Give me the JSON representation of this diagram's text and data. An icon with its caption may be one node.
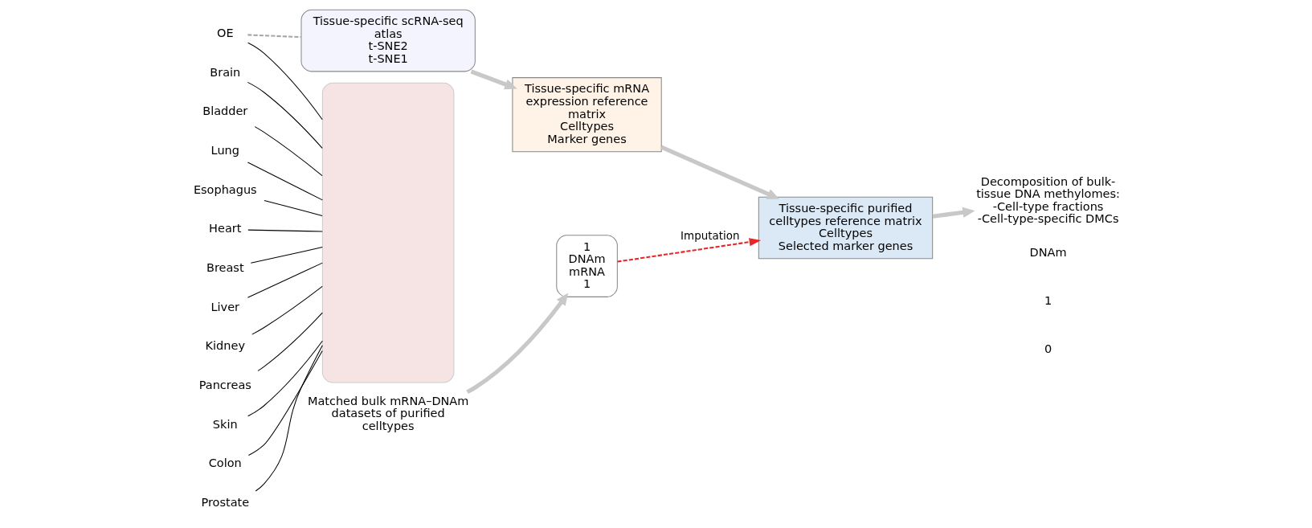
{
  "diagram": {
    "nodes": [
      {
        "text": [],
        "shape": "box"
      },
      {
        "text": [
          "Brain"
        ]
      },
      {
        "text": [
          "OE"
        ]
      },
      {
        "text": [
          "Lung"
        ]
      },
      {
        "text": [
          "Esophagus"
        ]
      },
      {
        "text": [
          "Heart"
        ]
      },
      {
        "text": [
          "Breast"
        ]
      },
      {
        "text": [
          "Liver"
        ]
      },
      {
        "text": [
          "Kidney"
        ]
      },
      {
        "text": [
          "Pancreas"
        ]
      },
      {
        "text": [
          "Skin"
        ]
      },
      {
        "text": [
          "Colon"
        ]
      },
      {
        "text": [
          "Prostate"
        ]
      },
      {
        "text": [
          "Bladder"
        ]
      },
      {
        "text": [
          "Tissue-specific scRNA-seq atlas",
          "t-SNE2",
          "t-SNE1"
        ]
      },
      {
        "text": [
          "Tissue-specific mRNA expression reference matrix",
          "Celltypes",
          "Marker genes"
        ]
      },
      {
        "text": [
          "Tissue-specific purified celltypes reference matrix",
          "Celltypes",
          "Selected marker genes"
        ]
      },
      {
        "text": [
          "Matched bulk mRNA–DNAm datasets of purified celltypes"
        ]
      },
      {
        "text": [
          "1",
          "DNAm",
          "mRNA",
          "1"
        ]
      },
      {
        "text": [
          "Decomposition of bulk-tissue DNA methylomes: -Cell-type fractions -Cell-type-specific DMCs"
        ]
      }
    ],
    "edges": [
      {
        "from": 1,
        "to": 0,
        "arrow": "none"
      },
      {
        "from": 2,
        "to": 0,
        "arrow": "none"
      },
      {
        "from": 3,
        "to": 0,
        "arrow": "none"
      },
      {
        "from": 4,
        "to": 0,
        "arrow": "none"
      },
      {
        "from": 5,
        "to": 0,
        "arrow": "none"
      },
      {
        "from": 6,
        "to": 0,
        "arrow": "none"
      },
      {
        "from": 7,
        "to": 0,
        "arrow": "none"
      },
      {
        "from": 8,
        "to": 0,
        "arrow": "none"
      },
      {
        "from": 9,
        "to": 0,
        "arrow": "none"
      },
      {
        "from": 10,
        "to": 0,
        "arrow": "none"
      },
      {
        "from": 11,
        "to": 0,
        "arrow": "none"
      },
      {
        "from": 12,
        "to": 0,
        "arrow": "none"
      },
      {
        "from": 13,
        "to": 0,
        "arrow": "none"
      },
      {
        "from": 2,
        "to": 14,
        "arrow": "none",
        "style": "dashed",
        "color": "#a6a6a6"
      },
      {
        "from": 14,
        "to": 15,
        "arrow": "to",
        "style": "thick",
        "color": "#c8c8c8"
      },
      {
        "from": 15,
        "to": 16,
        "arrow": "to",
        "style": "thick",
        "color": "#c8c8c8"
      },
      {
        "from": 17,
        "to": 18,
        "arrow": "to",
        "style": "thick",
        "color": "#c8c8c8"
      },
      {
        "from": 18,
        "to": 16,
        "arrow": "to",
        "label": "Imputation",
        "style": "dashed",
        "color": "#e8262a"
      },
      {
        "from": 16,
        "to": 19,
        "arrow": "to",
        "style": "thick",
        "color": "#c8c8c8"
      }
    ],
    "labels": [
      "DNAm",
      "1",
      "0"
    ]
  }
}
